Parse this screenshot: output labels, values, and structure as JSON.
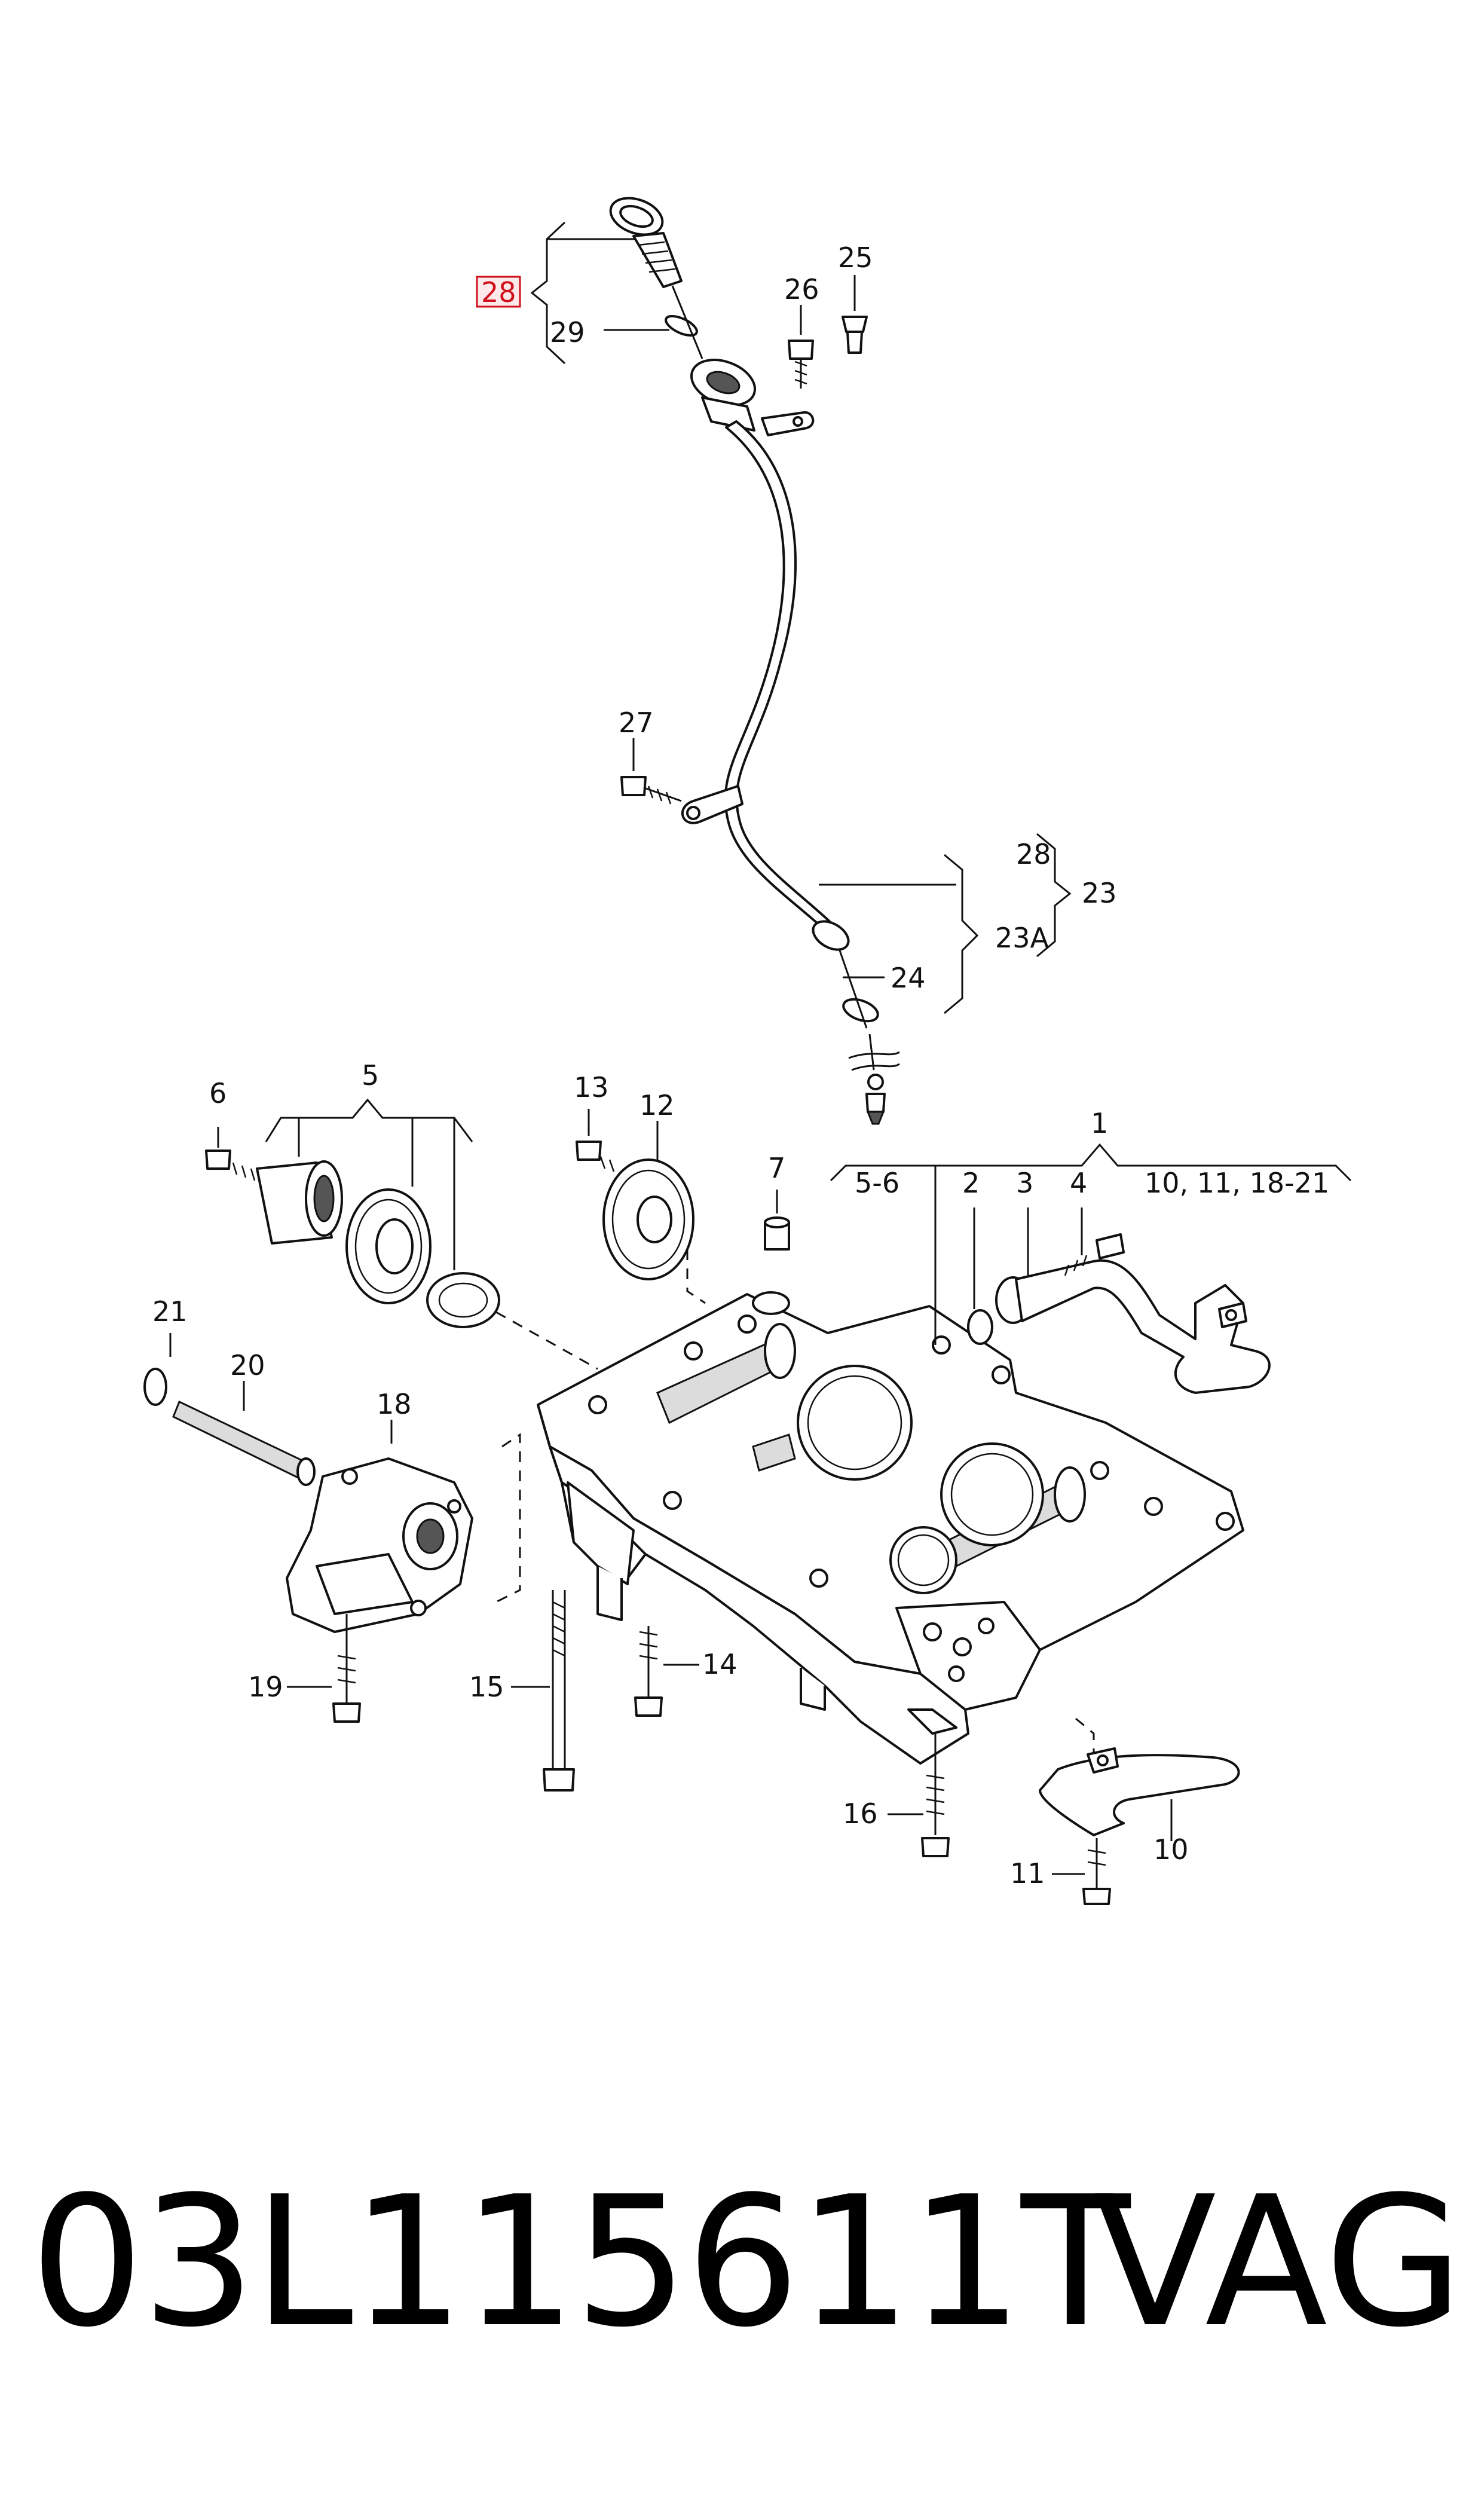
{
  "footer": {
    "part_number": "03L115611T",
    "brand": "VAG"
  },
  "highlight_color": "#d0101a",
  "callouts": {
    "c28_top": "28",
    "c29": "29",
    "c26": "26",
    "c25": "25",
    "c27": "27",
    "c28_group": "28",
    "c23": "23",
    "c23a": "23A",
    "c24": "24",
    "c1": "1",
    "c5_6": "5-6",
    "c2": "2",
    "c3": "3",
    "c4": "4",
    "c10_group": "10, 11, 18-21",
    "c5": "5",
    "c6": "6",
    "c13": "13",
    "c12": "12",
    "c7": "7",
    "c21": "21",
    "c20": "20",
    "c18": "18",
    "c19": "19",
    "c15": "15",
    "c14": "14",
    "c16": "16",
    "c11": "11",
    "c10": "10"
  }
}
